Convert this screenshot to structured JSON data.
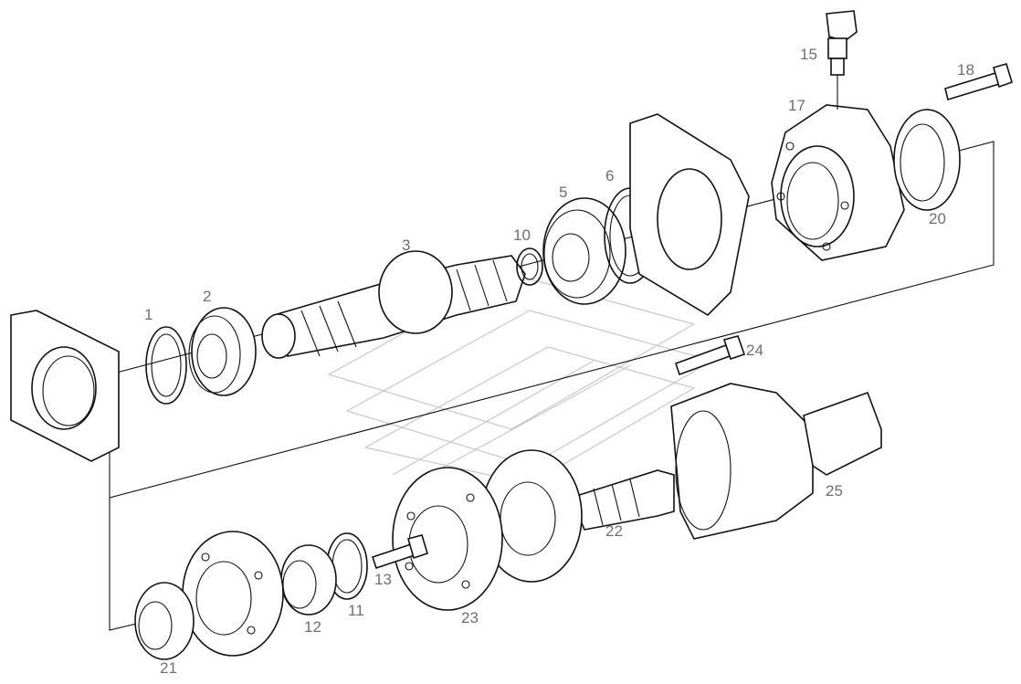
{
  "parts": [
    {
      "id": "label-1",
      "text": "1"
    },
    {
      "id": "label-2",
      "text": "2"
    },
    {
      "id": "label-3",
      "text": "3"
    },
    {
      "id": "label-5",
      "text": "5"
    },
    {
      "id": "label-6",
      "text": "6"
    },
    {
      "id": "label-10",
      "text": "10"
    },
    {
      "id": "label-11",
      "text": "11"
    },
    {
      "id": "label-12",
      "text": "12"
    },
    {
      "id": "label-13",
      "text": "13"
    },
    {
      "id": "label-15",
      "text": "15"
    },
    {
      "id": "label-17",
      "text": "17"
    },
    {
      "id": "label-18",
      "text": "18"
    },
    {
      "id": "label-20",
      "text": "20"
    },
    {
      "id": "label-21",
      "text": "21"
    },
    {
      "id": "label-22",
      "text": "22"
    },
    {
      "id": "label-23",
      "text": "23"
    },
    {
      "id": "label-24",
      "text": "24"
    },
    {
      "id": "label-25",
      "text": "25"
    }
  ]
}
